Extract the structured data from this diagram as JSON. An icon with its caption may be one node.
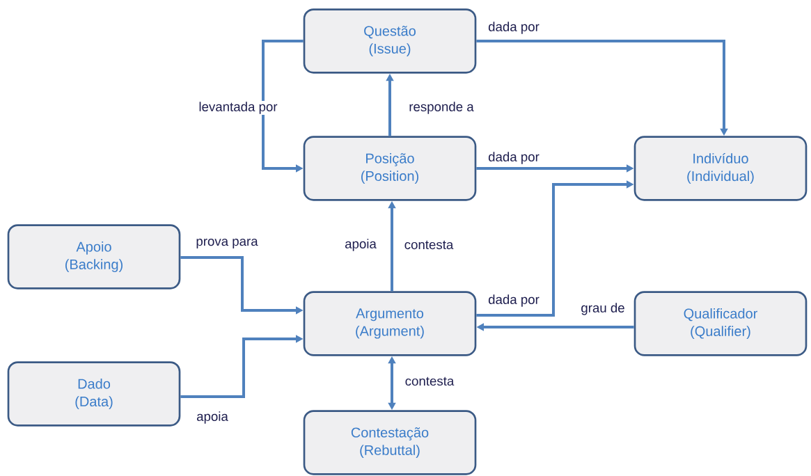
{
  "diagram": {
    "nodes": [
      {
        "text": [
          "Questão",
          "(Issue)"
        ]
      },
      {
        "text": [
          "Posição",
          "(Position)"
        ]
      },
      {
        "text": [
          "Indivíduo",
          "(Individual)"
        ]
      },
      {
        "text": [
          "Apoio",
          "(Backing)"
        ]
      },
      {
        "text": [
          "Argumento",
          "(Argument)"
        ]
      },
      {
        "text": [
          "Qualificador",
          "(Qualifier)"
        ]
      },
      {
        "text": [
          "Dado",
          "(Data)"
        ]
      },
      {
        "text": [
          "Contestação",
          "(Rebuttal)"
        ]
      }
    ],
    "edges": [
      {
        "from": 0,
        "to": 2,
        "arrow": "to",
        "label": "dada por"
      },
      {
        "from": 0,
        "to": 1,
        "arrow": "to",
        "label": "levantada por"
      },
      {
        "from": 1,
        "to": 0,
        "arrow": "to",
        "label": "responde a"
      },
      {
        "from": 1,
        "to": 2,
        "arrow": "to",
        "label": "dada por"
      },
      {
        "from": 4,
        "to": 1,
        "arrow": "to",
        "label": "apoia"
      },
      {
        "from": 4,
        "to": 2,
        "arrow": "to",
        "label": "dada por"
      },
      {
        "from": 5,
        "to": 4,
        "arrow": "to",
        "label": "grau de"
      },
      {
        "from": 3,
        "to": 4,
        "arrow": "to",
        "label": "prova para"
      },
      {
        "from": 6,
        "to": 4,
        "arrow": "to",
        "label": "apoia"
      },
      {
        "from": 4,
        "to": 7,
        "arrow": "both",
        "label": "contesta"
      }
    ],
    "labels": [
      "contesta"
    ]
  }
}
